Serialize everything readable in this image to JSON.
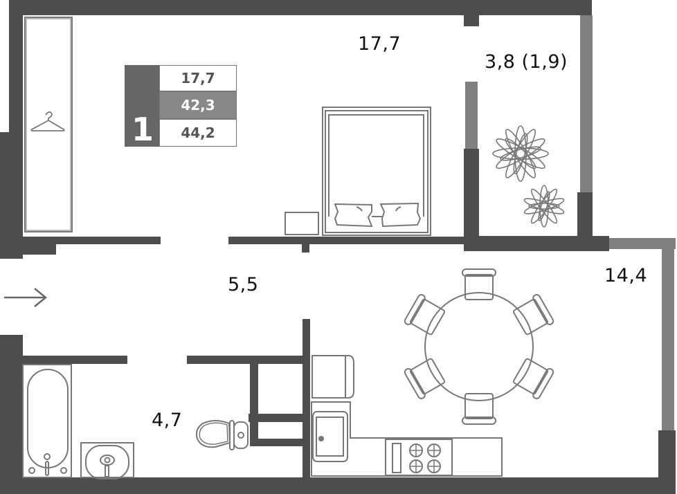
{
  "plan": {
    "title": "1-room apartment floor plan",
    "colors": {
      "wall": "#4d4d4d",
      "window_wall": "#808080",
      "furniture_stroke": "#777777",
      "legend_dark": "#666666",
      "legend_mid": "#888888"
    },
    "legend": {
      "rooms": "1",
      "living_area": "17,7",
      "total_area_no_balcony": "42,3",
      "total_area": "44,2"
    },
    "rooms": [
      {
        "id": "bedroom",
        "label": "17,7"
      },
      {
        "id": "balcony",
        "label": "3,8 (1,9)"
      },
      {
        "id": "hallway",
        "label": "5,5"
      },
      {
        "id": "kitchen",
        "label": "14,4"
      },
      {
        "id": "bathroom",
        "label": "4,7"
      }
    ],
    "entrance": {
      "icon": "arrow-right-icon"
    },
    "icons": {
      "wardrobe": "hanger-icon",
      "bed": "double-bed-icon",
      "nightstand": "nightstand-icon",
      "plants": "plant-icon",
      "table": "round-table-icon",
      "chairs": "chair-icon",
      "fridge": "fridge-icon",
      "sink": "kitchen-sink-icon",
      "stove": "stove-icon",
      "bathtub": "bathtub-icon",
      "washbasin": "washbasin-icon",
      "toilet": "toilet-icon"
    }
  }
}
